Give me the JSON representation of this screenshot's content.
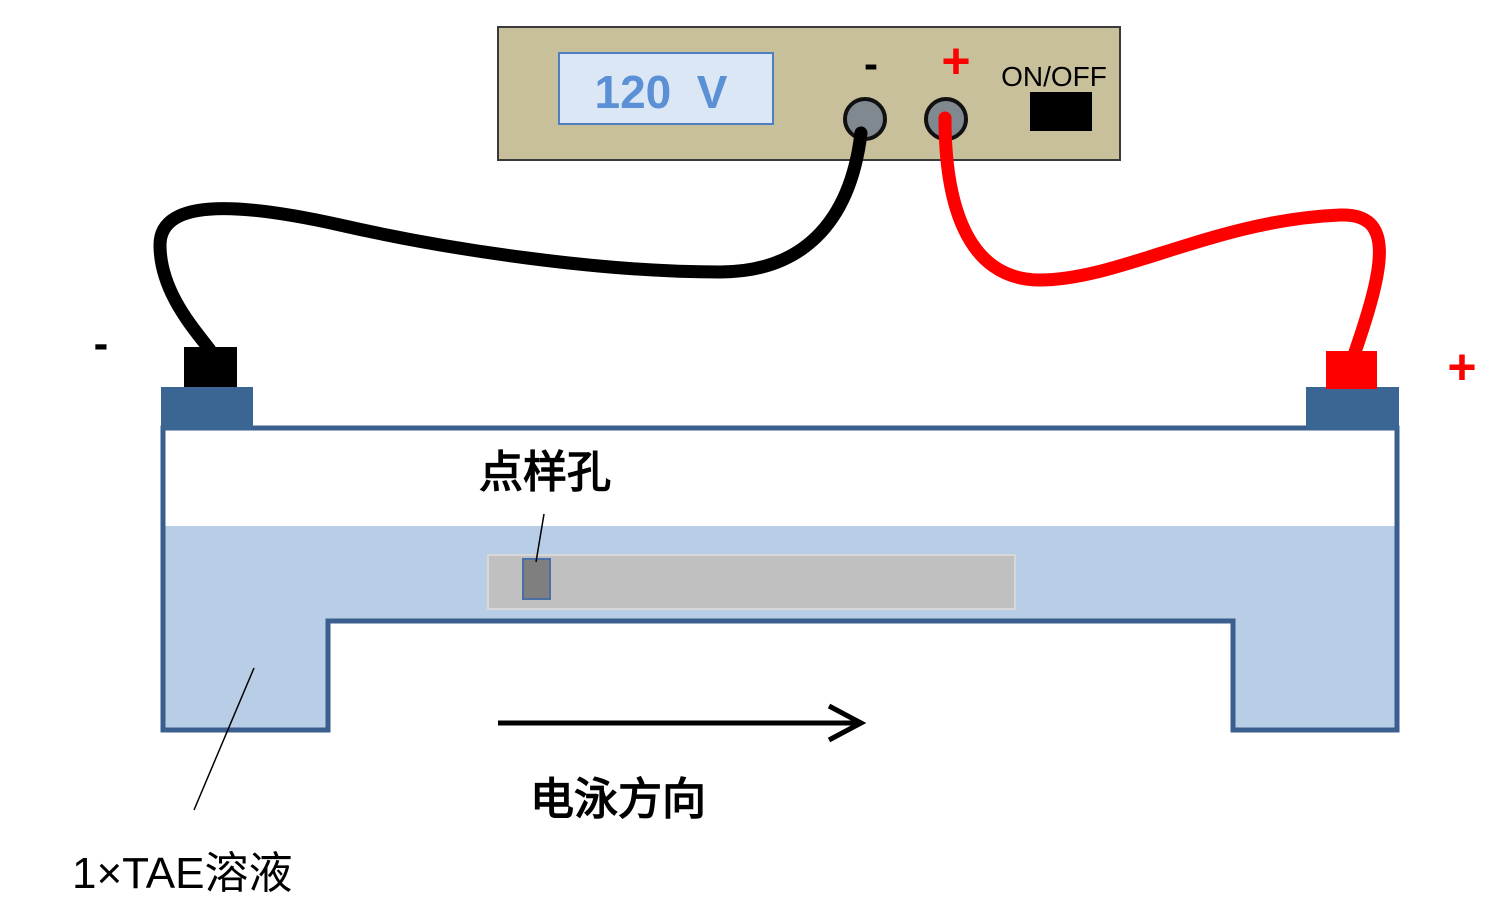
{
  "power_supply": {
    "voltage_display": "120  V",
    "negative_sign": "-",
    "positive_sign": "+",
    "switch_label": "ON/OFF"
  },
  "tank": {
    "negative_sign": "-",
    "positive_sign": "+",
    "well_label": "点样孔",
    "direction_label": "电泳方向",
    "buffer_label": "1×TAE溶液"
  },
  "colors": {
    "supply_body": "#c8bf9b",
    "display_bg": "#dce7f5",
    "display_text": "#5b8fd6",
    "tank_outline": "#3a5f8f",
    "electrode_block": "#3b6592",
    "buffer": "#b8cde6",
    "gel": "#c0c0c0",
    "well": "#7f7f7f",
    "negative_wire": "#000000",
    "positive_wire": "#ff0000",
    "positive_sign": "#ff0000"
  }
}
